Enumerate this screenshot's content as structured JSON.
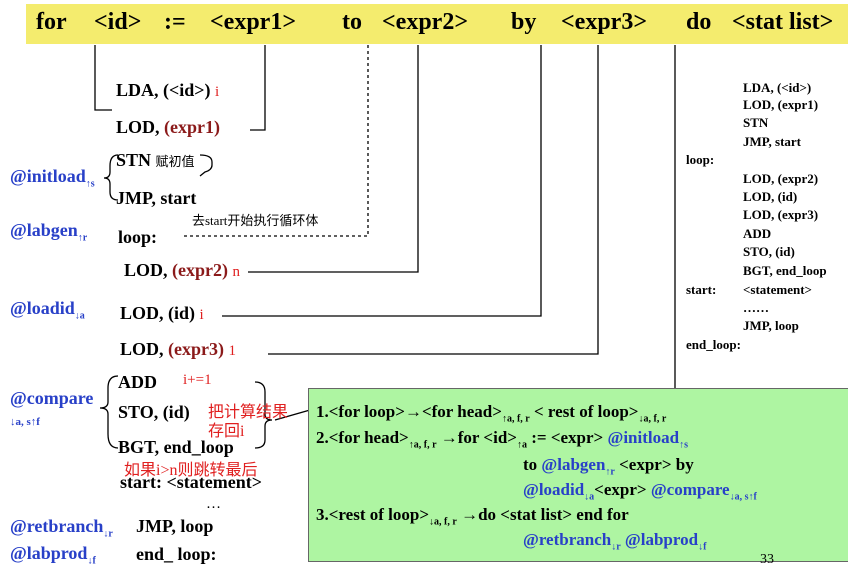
{
  "header": {
    "t_for": "for",
    "t_id": "<id>",
    "t_assign": ":=",
    "t_expr1": "<expr1>",
    "t_to": "to",
    "t_expr2": "<expr2>",
    "t_by": "by",
    "t_expr3": "<expr3>",
    "t_do": "do",
    "t_stat": "<stat list>"
  },
  "code": {
    "lda": "LDA, (<id>)",
    "lda_mark": "i",
    "lod1_pre": "LOD, ",
    "lod1_arg": "(expr1)",
    "stn": "STN",
    "stn_note": "赋初值",
    "jmp_start": "JMP, start",
    "jmp_note": "去start开始执行循环体",
    "loop": "loop:",
    "lod2_pre": "LOD, ",
    "lod2_arg": "(expr2)",
    "lod2_mark": "n",
    "lodid": "LOD, (id)",
    "lodid_mark": "i",
    "lod3_pre": "LOD, ",
    "lod3_arg": "(expr3)",
    "lod3_mark": "1",
    "add": "ADD",
    "add_note": "i+=1",
    "sto": "STO, (id)",
    "sto_note1": "把计算结果",
    "sto_note2": "存回i",
    "bgt": "BGT, end_loop",
    "bgt_note": "如果i>n则跳转最后",
    "start": "start:  <statement>",
    "dots": "…",
    "jmp_loop": "JMP, loop",
    "end_loop": "end_ loop:"
  },
  "actions": {
    "initload": "@initload",
    "initload_sub": "↑s",
    "labgen": "@labgen",
    "labgen_sub": "↑r",
    "loadid": "@loadid",
    "loadid_sub": "↓a",
    "compare": "@compare",
    "compare_sub": "↓a, s↑f",
    "retbranch": "@retbranch",
    "retbranch_sub": "↓r",
    "labprod": "@labprod",
    "labprod_sub": "↓f"
  },
  "right_listing": {
    "l1": "LDA, (<id>)",
    "l2": "LOD, (expr1)",
    "l3": "STN",
    "l4": "JMP, start",
    "l5": "loop:",
    "l6": "LOD, (expr2)",
    "l7": "LOD, (id)",
    "l8": "LOD, (expr3)",
    "l9": "ADD",
    "l10": "STO, (id)",
    "l11": "BGT, end_loop",
    "l12": "start:",
    "l12b": "<statement>",
    "l13": "……",
    "l14": "JMP, loop",
    "l15": "end_loop:"
  },
  "grammar": {
    "r1a": "1.<for loop>→<for head>",
    "r1s1": "↑a, f, r",
    "r1b": " < rest of loop>",
    "r1s2": "↓a, f, r",
    "r2a": "2.<for head>",
    "r2s1": "↑a, f, r",
    "r2b": " →for <id>",
    "r2s2": "↑a",
    "r2c": " := <expr> ",
    "r2d": "@initload",
    "r2s3": "↑s",
    "r3a": "to ",
    "r3b": "@labgen",
    "r3s1": "↑r",
    "r3c": " <expr> by",
    "r4a": "@loadid",
    "r4s1": "↓a",
    "r4b": "<expr> ",
    "r4c": "@compare",
    "r4s2": "↓a, s↑f",
    "r5a": "3.<rest of loop>",
    "r5s1": "↓a, f, r",
    "r5b": " →do <stat list> end for",
    "r6a": "@retbranch",
    "r6s1": "↓r",
    "r6b": " ",
    "r6c": "@labprod",
    "r6s2": "↓f"
  },
  "page_number": "33"
}
